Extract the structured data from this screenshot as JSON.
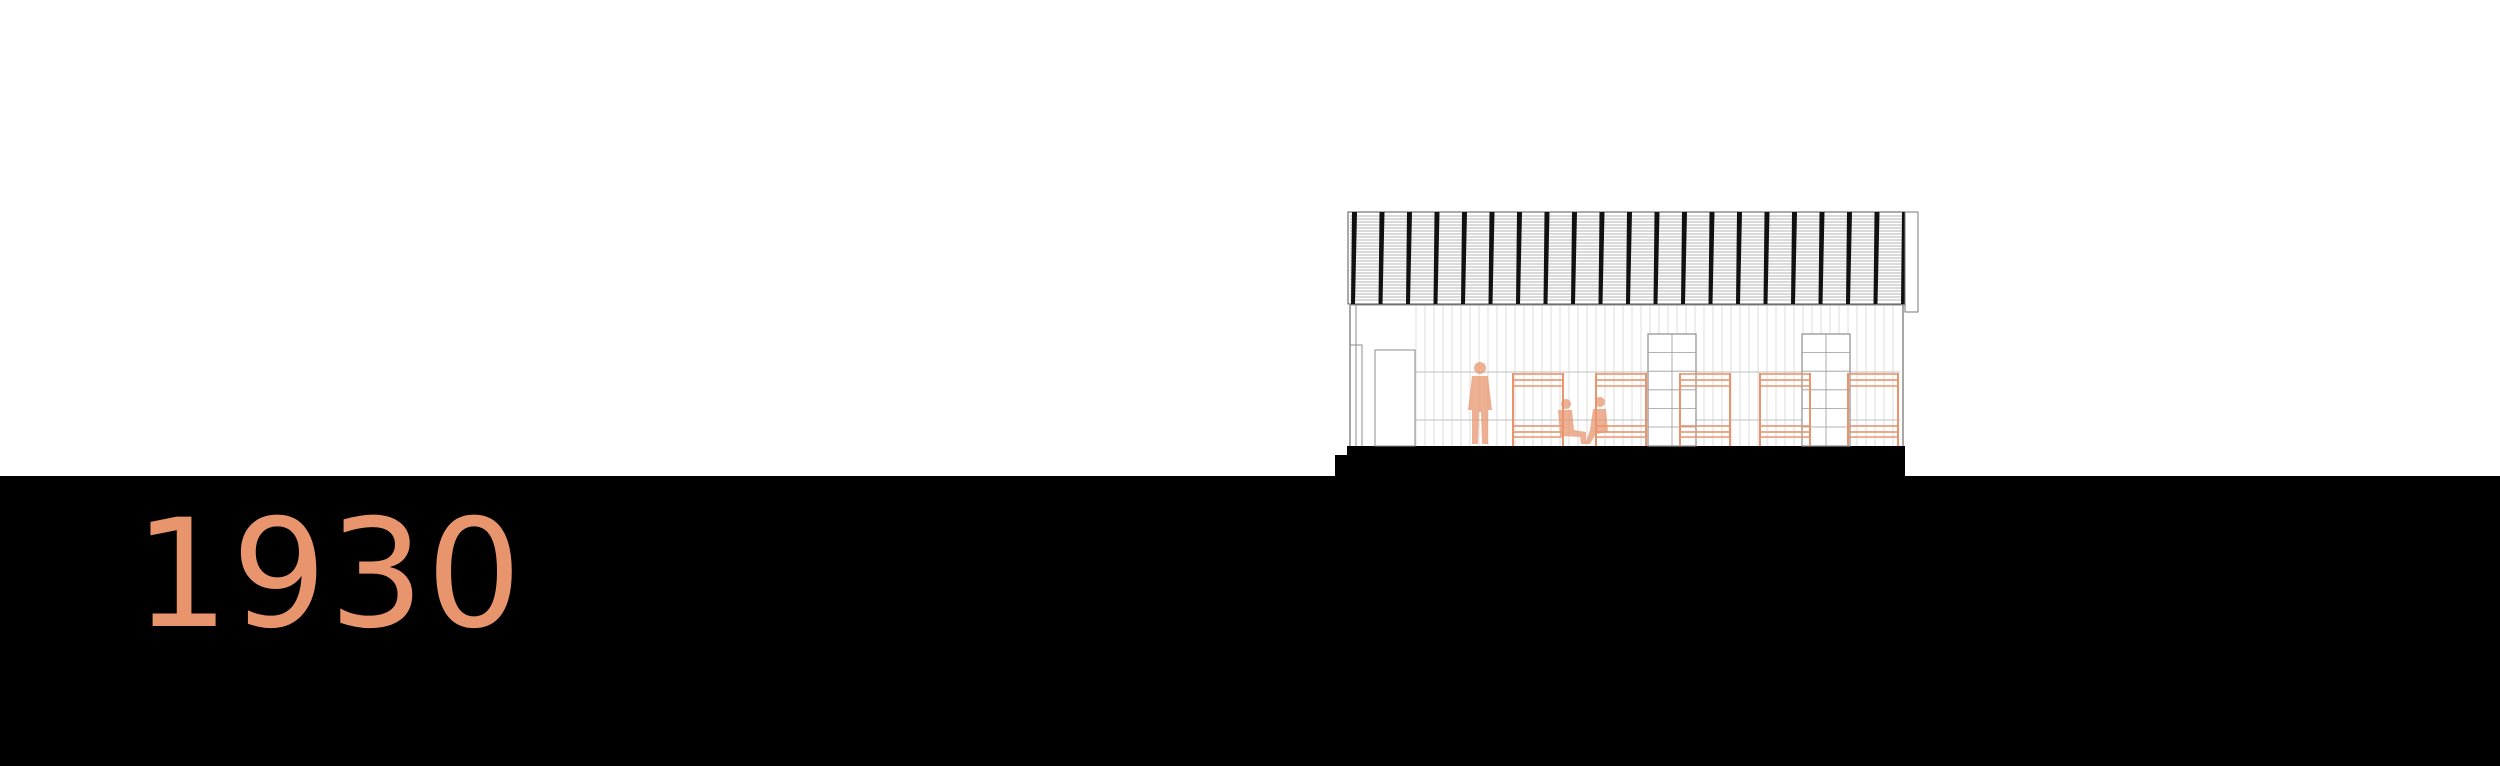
{
  "year": "1930",
  "colors": {
    "background": "#ffffff",
    "ground": "#000000",
    "accent": "#e8956d",
    "line": "#8c8c8c",
    "roof_dark": "#111111"
  },
  "drawing": {
    "type": "building-section",
    "roof": "corrugated-louvered",
    "figures": [
      "standing-person",
      "seated-person",
      "seated-person"
    ],
    "bunk_beds": 5
  }
}
